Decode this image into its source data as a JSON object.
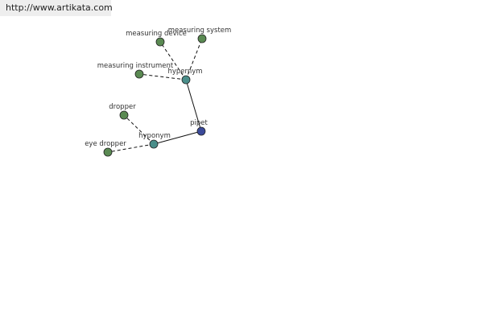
{
  "header": {
    "url": "http://www.artikata.com"
  },
  "graph": {
    "colors": {
      "leaf_node": "#5a8a52",
      "relation_node": "#4a8e8a",
      "root_node": "#3b4a9a",
      "node_stroke": "#222222",
      "edge": "#111111"
    },
    "nodes": {
      "pipet": {
        "label": "pipet",
        "kind": "root"
      },
      "hypernym": {
        "label": "hypernym",
        "kind": "relation"
      },
      "hyponym": {
        "label": "hyponym",
        "kind": "relation"
      },
      "measuring_device": {
        "label": "measuring device",
        "kind": "leaf"
      },
      "measuring_system": {
        "label": "measuring system",
        "kind": "leaf"
      },
      "measuring_instrument": {
        "label": "measuring instrument",
        "kind": "leaf"
      },
      "dropper": {
        "label": "dropper",
        "kind": "leaf"
      },
      "eye_dropper": {
        "label": "eye dropper",
        "kind": "leaf"
      }
    },
    "edges": [
      {
        "from": "pipet",
        "to": "hypernym",
        "style": "solid"
      },
      {
        "from": "pipet",
        "to": "hyponym",
        "style": "solid"
      },
      {
        "from": "hypernym",
        "to": "measuring_device",
        "style": "dashed"
      },
      {
        "from": "hypernym",
        "to": "measuring_system",
        "style": "dashed"
      },
      {
        "from": "hypernym",
        "to": "measuring_instrument",
        "style": "dashed"
      },
      {
        "from": "hyponym",
        "to": "dropper",
        "style": "dashed"
      },
      {
        "from": "hyponym",
        "to": "eye_dropper",
        "style": "dashed"
      }
    ]
  }
}
